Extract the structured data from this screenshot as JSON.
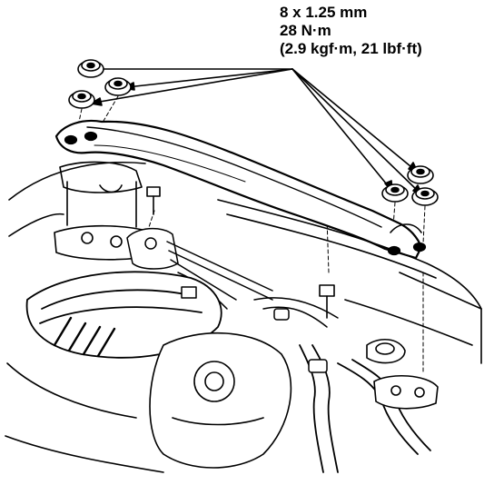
{
  "callout": {
    "bolt_size": "8 x 1.25 mm",
    "torque_nm": "28 N·m",
    "torque_alt": "(2.9 kgf·m, 21 lbf·ft)"
  },
  "colors": {
    "ink": "#000000",
    "paper": "#ffffff"
  }
}
